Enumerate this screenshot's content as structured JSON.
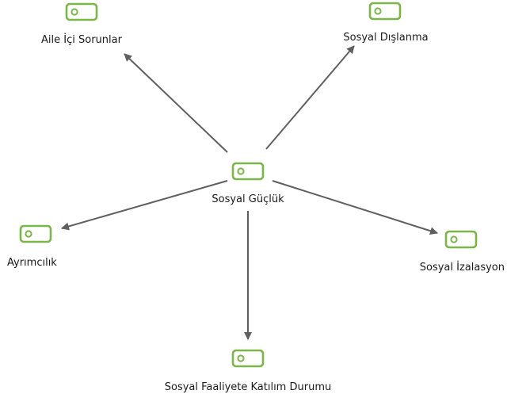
{
  "diagram": {
    "center": {
      "label": "Sosyal Güçlük",
      "icon": "tag-icon"
    },
    "nodes": [
      {
        "id": "aile",
        "label": "Aile İçi Sorunlar",
        "icon": "tag-icon"
      },
      {
        "id": "dislanma",
        "label": "Sosyal Dışlanma",
        "icon": "tag-icon"
      },
      {
        "id": "ayrimcilik",
        "label": "Ayrımcılık",
        "icon": "tag-icon"
      },
      {
        "id": "izalasyon",
        "label": "Sosyal İzalasyon",
        "icon": "tag-icon"
      },
      {
        "id": "faaliyet",
        "label": "Sosyal Faaliyete Katılım Durumu",
        "icon": "tag-icon"
      }
    ],
    "colors": {
      "icon": "#7ab648",
      "edge": "#5f5f5f",
      "text": "#1a1a1a"
    }
  }
}
